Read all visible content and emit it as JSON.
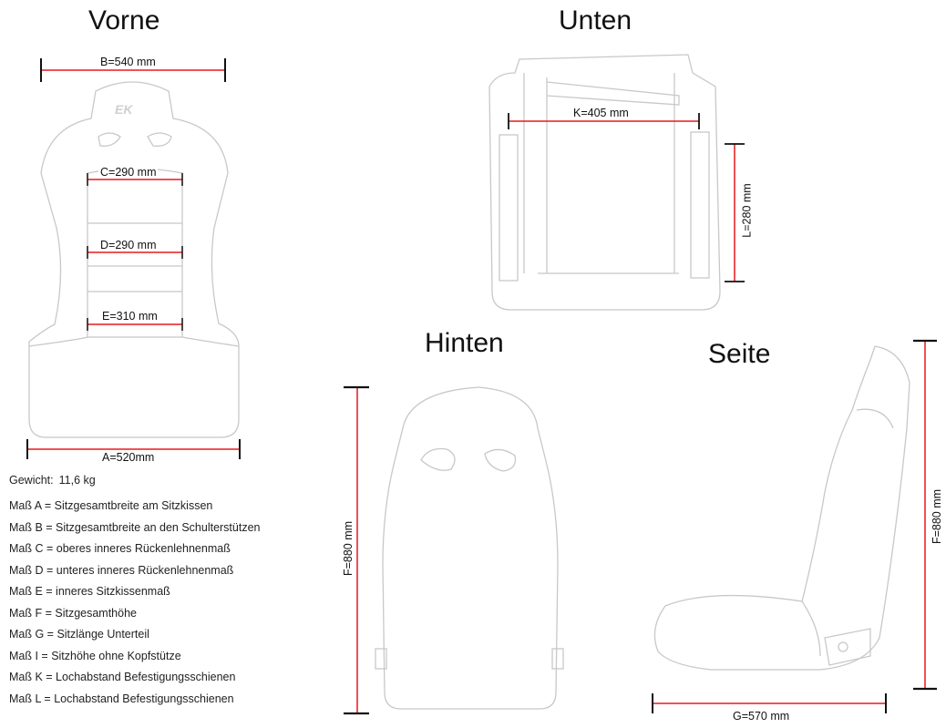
{
  "views": {
    "front": "Vorne",
    "bottom": "Unten",
    "back": "Hinten",
    "side": "Seite"
  },
  "dimensions": {
    "b": "B=540 mm",
    "c": "C=290 mm",
    "d": "D=290 mm",
    "e": "E=310 mm",
    "a": "A=520mm",
    "k": "K=405 mm",
    "l": "L=280 mm",
    "f_back": "F=880 mm",
    "f_side": "F=880 mm",
    "g": "G=570 mm"
  },
  "weight": {
    "label": "Gewicht:",
    "value": "11,6 kg"
  },
  "legend": [
    "Maß A = Sitzgesamtbreite am Sitzkissen",
    "Maß B = Sitzgesamtbreite an den Schulterstützen",
    "Maß C = oberes inneres Rückenlehnenmaß",
    "Maß D = unteres inneres Rückenlehnenmaß",
    "Maß E = inneres Sitzkissenmaß",
    "Maß F = Sitzgesamthöhe",
    "Maß G = Sitzlänge Unterteil",
    "Maß I  = Sitzhöhe ohne Kopfstütze",
    "Maß K = Lochabstand Befestigungsschienen",
    "Maß L = Lochabstand Befestigungsschienen"
  ],
  "colors": {
    "dimension_line": "#e8191c",
    "outline": "#c8c8c8",
    "tick": "#111111"
  }
}
